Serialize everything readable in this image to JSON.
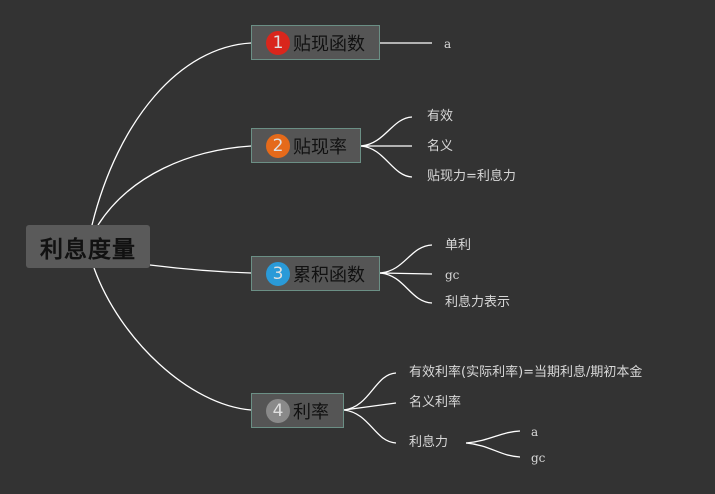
{
  "root": {
    "label": "利息度量"
  },
  "branches": [
    {
      "number": "1",
      "label": "贴现函数",
      "color": "#d9261c",
      "children": [
        "a"
      ]
    },
    {
      "number": "2",
      "label": "贴现率",
      "color": "#e56a1a",
      "children": [
        "有效",
        "名义",
        "贴现力=利息力"
      ]
    },
    {
      "number": "3",
      "label": "累积函数",
      "color": "#2a9ad8",
      "children": [
        "单利",
        "gc",
        "利息力表示"
      ]
    },
    {
      "number": "4",
      "label": "利率",
      "color": "#8a8a8a",
      "children": [
        "有效利率(实际利率)=当期利息/期初本金",
        "名义利率",
        "利息力"
      ],
      "subchildren": [
        "a",
        "gc"
      ]
    }
  ],
  "colors": {
    "background": "#333333",
    "line": "#ffffff"
  }
}
